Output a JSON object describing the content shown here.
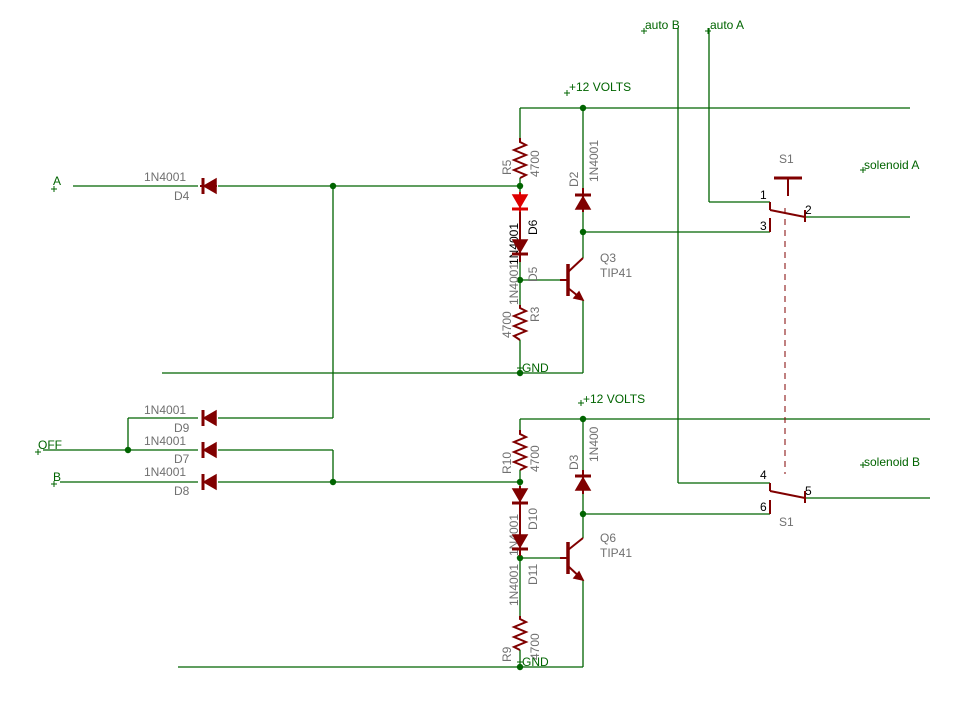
{
  "nets": {
    "a": "A",
    "off": "OFF",
    "b": "B",
    "auto_b": "auto B",
    "auto_a": "auto A",
    "v12_top": "+12 VOLTS",
    "v12_bottom": "+12 VOLTS",
    "gnd_top": "GND",
    "gnd_bottom": "GND",
    "solenoid_a": "solenoid A",
    "solenoid_b": "solenoid B"
  },
  "diodes": {
    "d4": {
      "name": "D4",
      "value": "1N4001"
    },
    "d9": {
      "name": "D9",
      "value": "1N4001"
    },
    "d7": {
      "name": "D7",
      "value": "1N4001"
    },
    "d8": {
      "name": "D8",
      "value": "1N4001"
    },
    "d6": {
      "name": "D6",
      "value": "1N4001"
    },
    "d5": {
      "name": "D5",
      "value": "1N4001"
    },
    "d2": {
      "name": "D2",
      "value": "1N4001"
    },
    "d3": {
      "name": "D3",
      "value": "1N400"
    },
    "d10": {
      "name": "D10",
      "value": "1N4001"
    },
    "d11": {
      "name": "D11",
      "value": "1N4001"
    }
  },
  "resistors": {
    "r5": {
      "name": "R5",
      "value": "4700"
    },
    "r3": {
      "name": "R3",
      "value": "4700"
    },
    "r10": {
      "name": "R10",
      "value": "4700"
    },
    "r9": {
      "name": "R9",
      "value": "4700"
    }
  },
  "transistors": {
    "q3": {
      "name": "Q3",
      "value": "TIP41"
    },
    "q6": {
      "name": "Q6",
      "value": "TIP41"
    }
  },
  "switch": {
    "name_top": "S1",
    "name_bottom": "S1",
    "pins": {
      "p1": "1",
      "p2": "2",
      "p3": "3",
      "p4": "4",
      "p5": "5",
      "p6": "6"
    }
  },
  "colors": {
    "wire": "#006400",
    "component": "#800000",
    "highlight": "#dd0000",
    "part_label": "#707070"
  }
}
